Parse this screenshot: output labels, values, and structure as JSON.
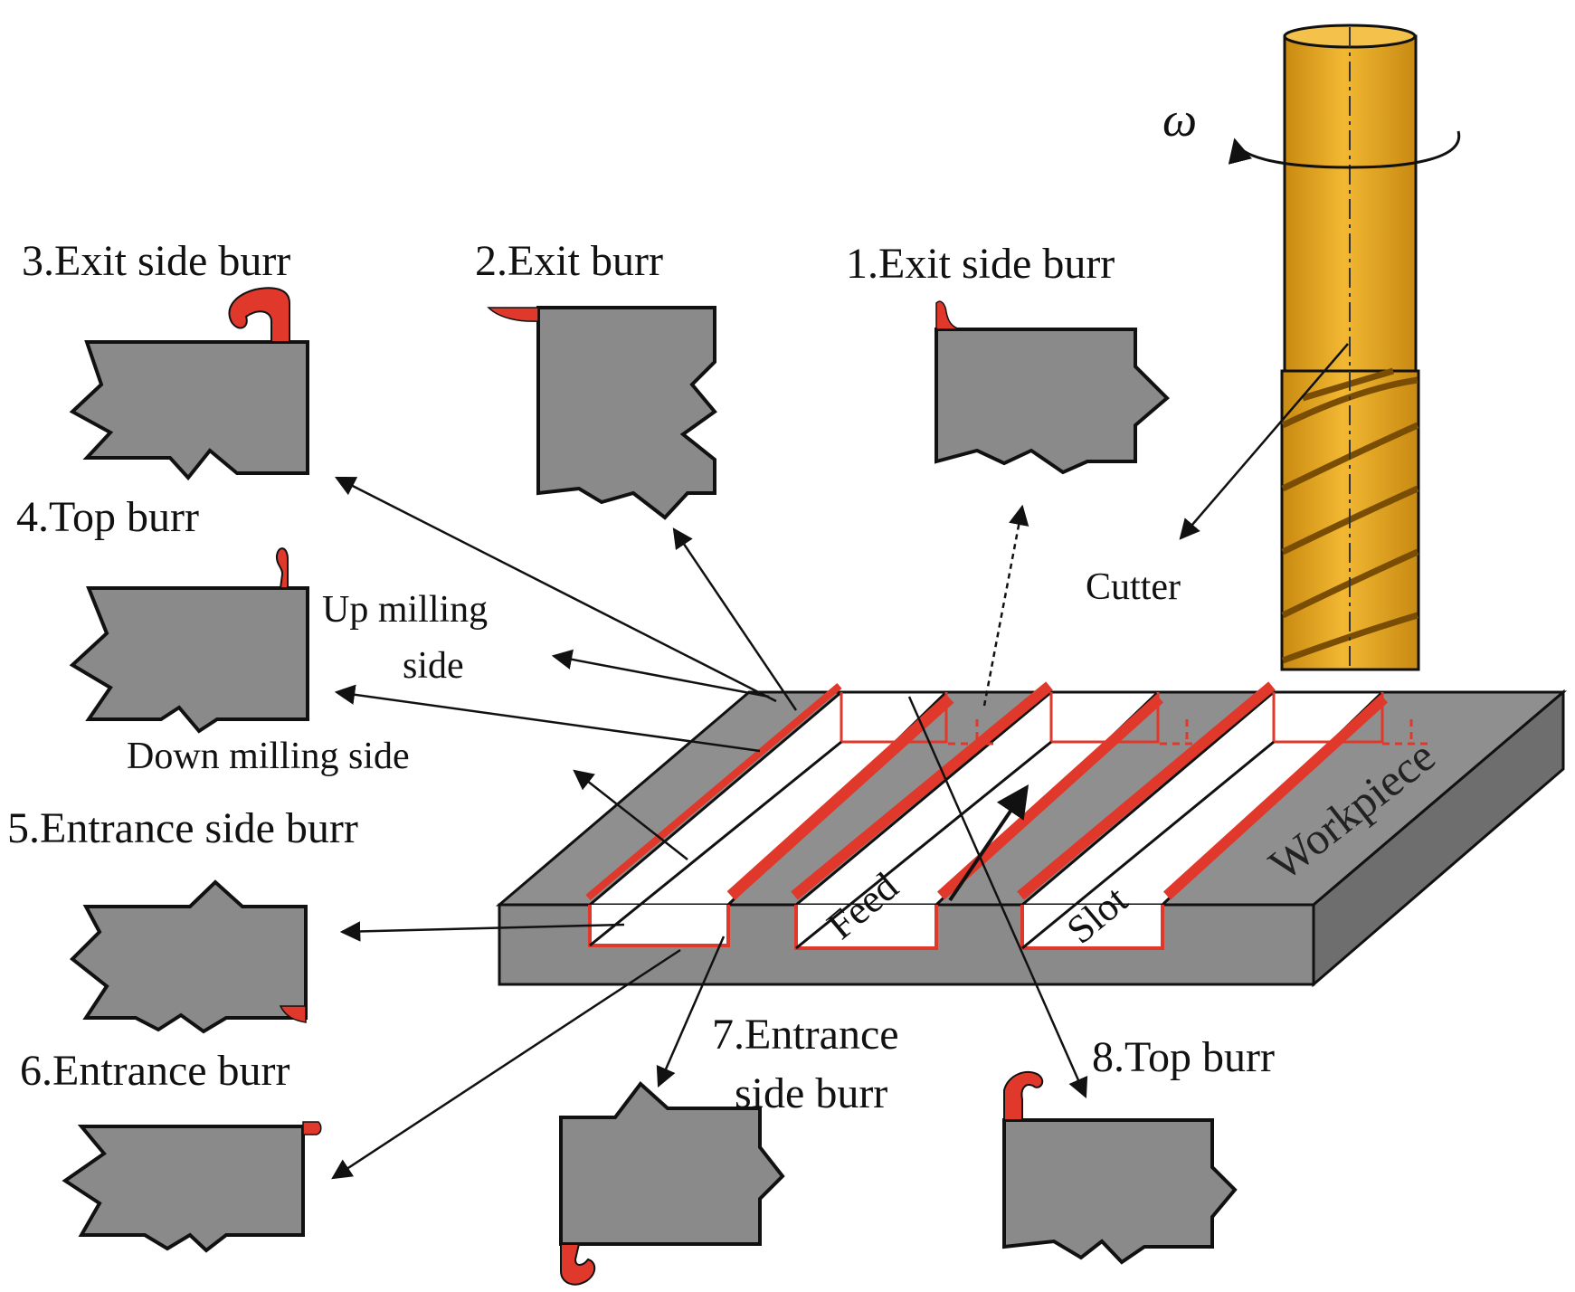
{
  "labels": {
    "exit_side_burr_1": "1.Exit side burr",
    "exit_burr_2": "2.Exit burr",
    "exit_side_burr_3": "3.Exit side burr",
    "top_burr_4": "4.Top burr",
    "entrance_side_burr_5": "5.Entrance side burr",
    "entrance_burr_6": "6.Entrance burr",
    "entrance_side_burr_7_line1": "7.Entrance",
    "entrance_side_burr_7_line2": "side burr",
    "top_burr_8": "8.Top burr",
    "up_milling_line1": "Up milling",
    "up_milling_line2": "side",
    "down_milling": "Down milling side",
    "cutter": "Cutter",
    "omega": "ω",
    "feed": "Feed",
    "slot": "Slot",
    "workpiece": "Workpiece"
  },
  "colors": {
    "workpiece_gray": "#8a8a8a",
    "workpiece_dark": "#6e6e6e",
    "burr_red": "#e0392b",
    "cutter_gold": "#e0a21f",
    "cutter_dark": "#8a5a0a",
    "outline": "#111111"
  }
}
